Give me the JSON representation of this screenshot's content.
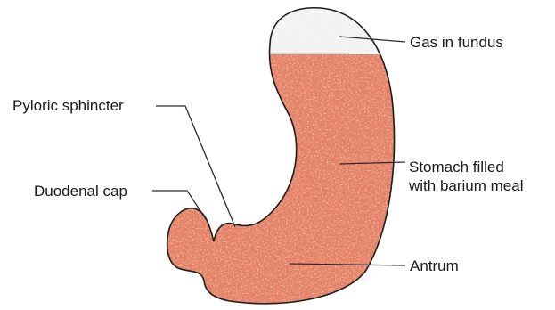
{
  "colors": {
    "barium_fill": "#e9886a",
    "barium_dark": "#d9543a",
    "barium_light": "#f7cdb9",
    "gas_fill": "#f4f4f4",
    "outline": "#1c1c1c",
    "leader": "#2a2a2a"
  },
  "labels": {
    "gas_in_fundus": "Gas in fundus",
    "pyloric_sphincter": "Pyloric sphincter",
    "duodenal_cap": "Duodenal cap",
    "stomach_filled_line1": "Stomach filled",
    "stomach_filled_line2": "with barium meal",
    "antrum": "Antrum"
  }
}
